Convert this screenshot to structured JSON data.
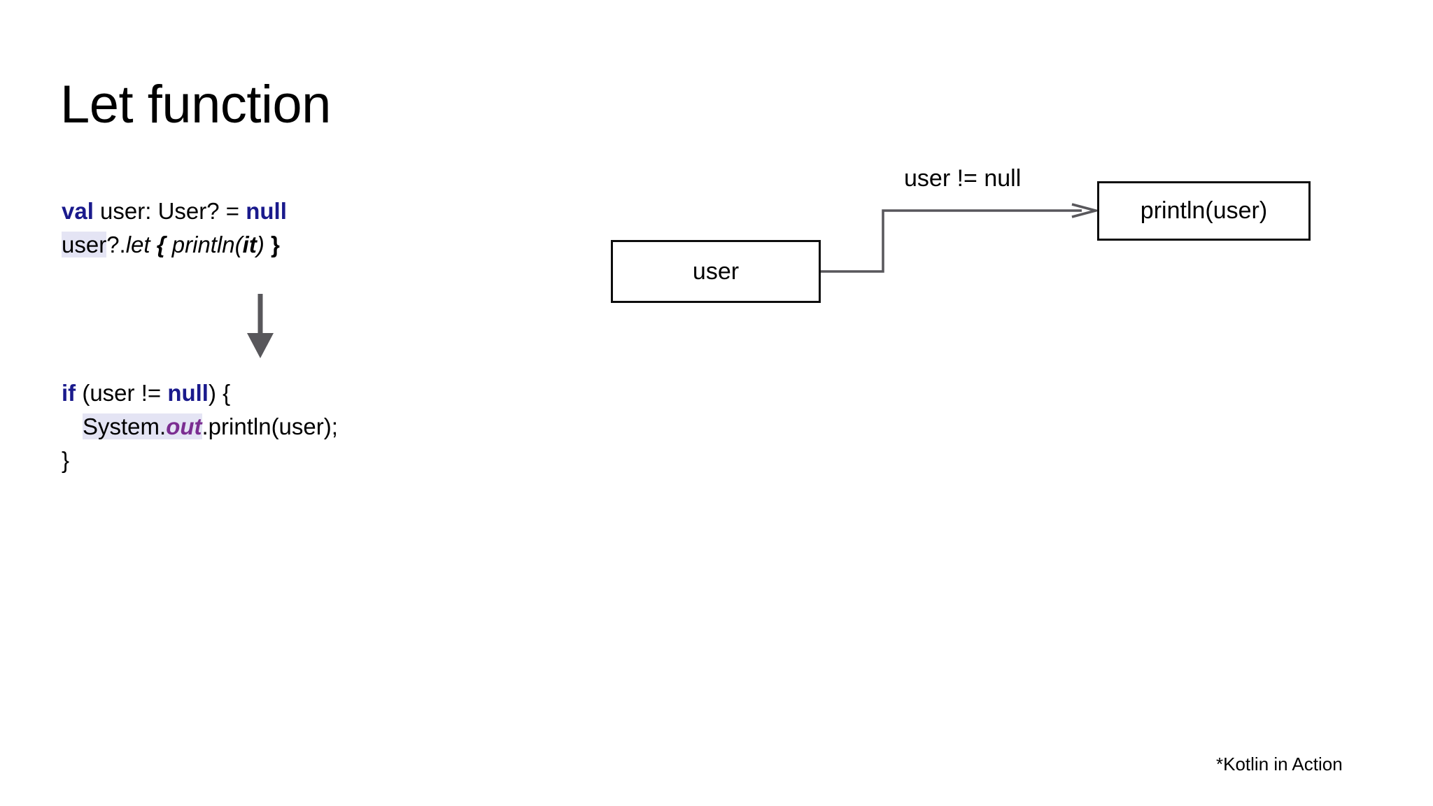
{
  "slide": {
    "title": "Let function",
    "background": "#ffffff"
  },
  "colors": {
    "keyword_navy": "#1a1a8c",
    "member_purple": "#7b2d91",
    "highlight_lavender": "#e4e4f4",
    "arrow_gray": "#58575b",
    "box_border": "#0d0d0d",
    "text_black": "#000000"
  },
  "kotlin_code": {
    "lines": [
      {
        "id": "kotlin-line-1",
        "tokens": [
          {
            "text": "val",
            "style": "keyword"
          },
          {
            "text": " user: User? = ",
            "style": "plain"
          },
          {
            "text": "null",
            "style": "keyword"
          }
        ]
      },
      {
        "id": "kotlin-line-2",
        "tokens": [
          {
            "text": "user",
            "style": "highlight"
          },
          {
            "text": "?.",
            "style": "plain"
          },
          {
            "text": "let",
            "style": "italic"
          },
          {
            "text": " ",
            "style": "plain"
          },
          {
            "text": "{",
            "style": "bolditalic"
          },
          {
            "text": " ",
            "style": "plain"
          },
          {
            "text": "println",
            "style": "italic"
          },
          {
            "text": "(",
            "style": "italic"
          },
          {
            "text": "it",
            "style": "bolditalic"
          },
          {
            "text": ")",
            "style": "italic"
          },
          {
            "text": " ",
            "style": "plain"
          },
          {
            "text": "}",
            "style": "bold"
          }
        ]
      }
    ]
  },
  "java_code": {
    "lines": [
      {
        "id": "java-line-1",
        "tokens": [
          {
            "text": "if",
            "style": "keyword"
          },
          {
            "text": " (user != ",
            "style": "plain"
          },
          {
            "text": "null",
            "style": "keyword"
          },
          {
            "text": ") {",
            "style": "plain"
          }
        ]
      },
      {
        "id": "java-line-2",
        "tokens": [
          {
            "text": "System.",
            "style": "highlight"
          },
          {
            "text": "out",
            "style": "highlight-purple"
          },
          {
            "text": ".println(user);",
            "style": "plain"
          }
        ]
      },
      {
        "id": "java-line-3",
        "tokens": [
          {
            "text": "}",
            "style": "plain"
          }
        ]
      }
    ]
  },
  "transform_arrow": {
    "direction": "down",
    "color": "#58575b"
  },
  "diagram": {
    "nodes": [
      {
        "id": "box-user",
        "label": "user"
      },
      {
        "id": "box-println",
        "label": "println(user)"
      }
    ],
    "edge_label": "user != null",
    "edge_style": "elbow-with-arrowhead",
    "edge_color": "#58575b"
  },
  "footnote": "*Kotlin in Action"
}
